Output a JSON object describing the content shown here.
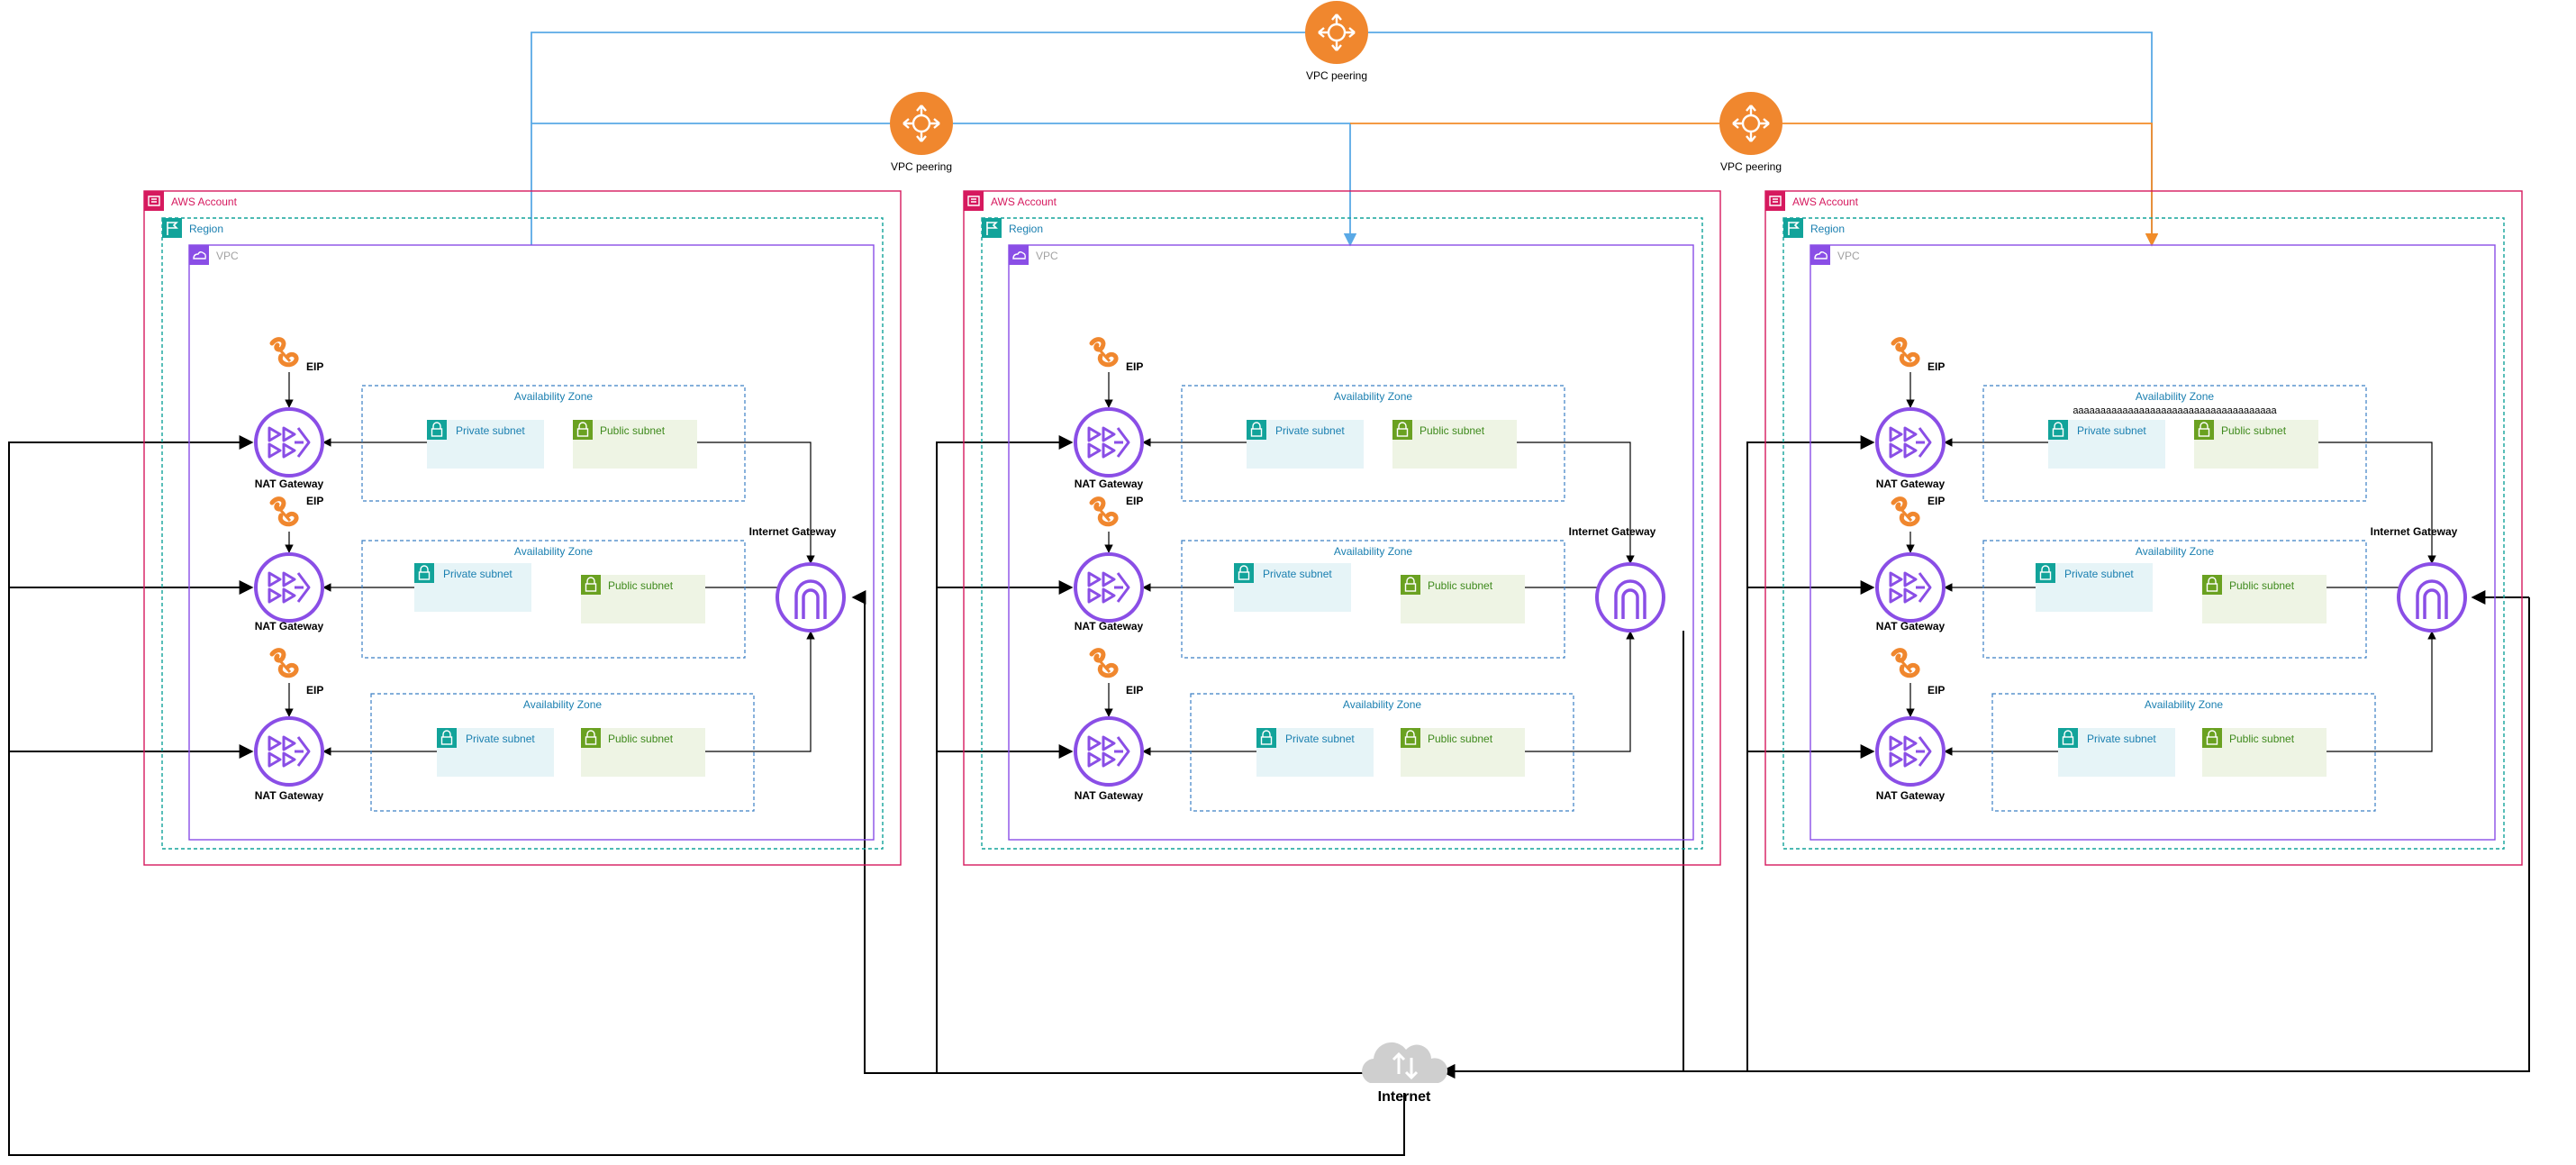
{
  "peerings": [
    {
      "label": "VPC peering",
      "color": "#5aa9e6"
    },
    {
      "label": "VPC peering",
      "color": "#5aa9e6"
    },
    {
      "label": "VPC peering",
      "color": "#f28c28"
    }
  ],
  "accounts": [
    {
      "account_label": "AWS Account",
      "region_label": "Region",
      "vpc_label": "VPC",
      "internet_gateway_label": "Internet Gateway",
      "zones": [
        {
          "label": "Availability Zone",
          "private": "Private subnet",
          "public": "Public subnet",
          "eip": "EIP",
          "nat": "NAT Gateway",
          "note": ""
        },
        {
          "label": "Availability Zone",
          "private": "Private subnet",
          "public": "Public subnet",
          "eip": "EIP",
          "nat": "NAT Gateway",
          "note": ""
        },
        {
          "label": "Availability Zone",
          "private": "Private subnet",
          "public": "Public subnet",
          "eip": "EIP",
          "nat": "NAT Gateway",
          "note": ""
        }
      ]
    },
    {
      "account_label": "AWS Account",
      "region_label": "Region",
      "vpc_label": "VPC",
      "internet_gateway_label": "Internet Gateway",
      "zones": [
        {
          "label": "Availability Zone",
          "private": "Private subnet",
          "public": "Public subnet",
          "eip": "EIP",
          "nat": "NAT Gateway",
          "note": ""
        },
        {
          "label": "Availability Zone",
          "private": "Private subnet",
          "public": "Public subnet",
          "eip": "EIP",
          "nat": "NAT Gateway",
          "note": ""
        },
        {
          "label": "Availability Zone",
          "private": "Private subnet",
          "public": "Public subnet",
          "eip": "EIP",
          "nat": "NAT Gateway",
          "note": ""
        }
      ]
    },
    {
      "account_label": "AWS Account",
      "region_label": "Region",
      "vpc_label": "VPC",
      "internet_gateway_label": "Internet Gateway",
      "zones": [
        {
          "label": "Availability Zone",
          "private": "Private subnet",
          "public": "Public subnet",
          "eip": "EIP",
          "nat": "NAT Gateway",
          "note": "aaaaaaaaaaaaaaaaaaaaaaaaaaaaaaaaaaaaa"
        },
        {
          "label": "Availability Zone",
          "private": "Private subnet",
          "public": "Public subnet",
          "eip": "EIP",
          "nat": "NAT Gateway",
          "note": ""
        },
        {
          "label": "Availability Zone",
          "private": "Private subnet",
          "public": "Public subnet",
          "eip": "EIP",
          "nat": "NAT Gateway",
          "note": ""
        }
      ]
    }
  ],
  "internet_label": "Internet",
  "icons": {
    "account": "aws-account-icon",
    "region": "region-flag-icon",
    "vpc": "vpc-icon",
    "subnet": "subnet-lock-icon",
    "eip": "elastic-ip-icon",
    "nat": "nat-gateway-icon",
    "igw": "internet-gateway-icon",
    "peering": "vpc-peering-icon",
    "internet": "internet-cloud-icon"
  },
  "colors": {
    "account": "#d6195e",
    "region": "#12a39a",
    "vpc": "#8a4ee6",
    "az": "#3b7fc4",
    "private_fill": "#e6f4f7",
    "public_fill": "#eef4e4",
    "private_text": "#1a7fb0",
    "public_text": "#3f8a1d",
    "peering": "#f0872e",
    "eip": "#f0872e",
    "line": "#000000"
  }
}
